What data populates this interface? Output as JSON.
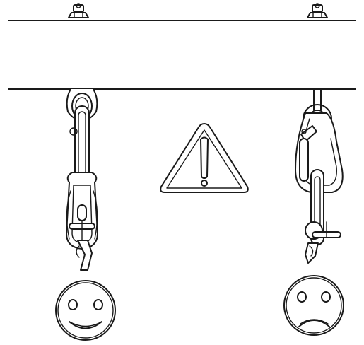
{
  "figure": {
    "description_items": [
      {
        "id": "correct",
        "hardware": "chain-with-locking-connector",
        "verdict": "smiley-face-icon"
      },
      {
        "id": "incorrect",
        "hardware": "chain-with-carabiner-hook",
        "verdict": "frown-face-icon"
      }
    ],
    "warning": {
      "icon": "warning-triangle-icon",
      "symbol": "!"
    },
    "colors": {
      "ink": "#1a1a1a",
      "background": "#ffffff"
    }
  }
}
